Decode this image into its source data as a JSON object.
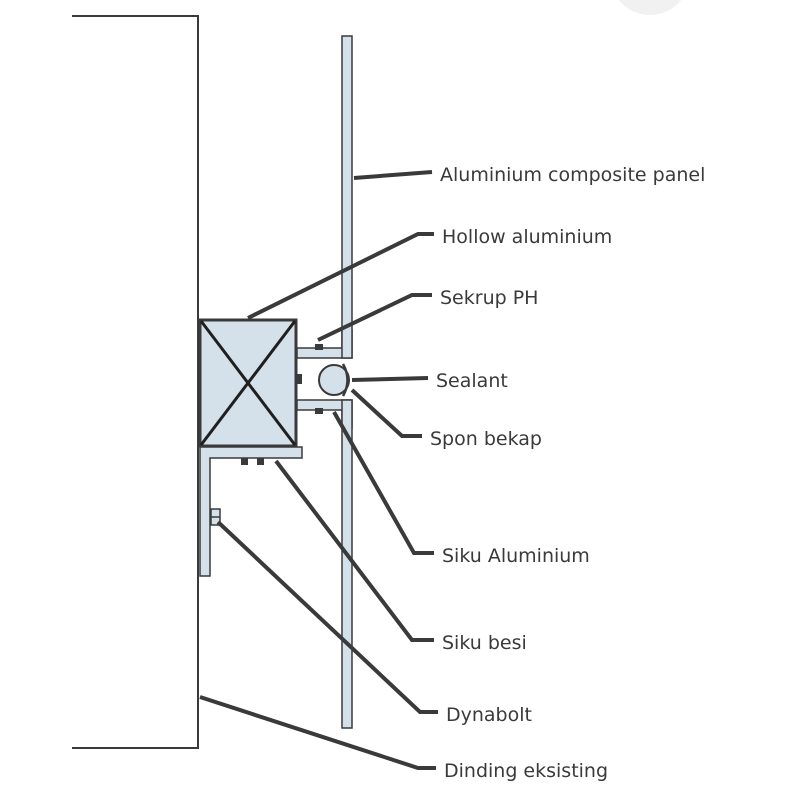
{
  "labels": {
    "aluminium_composite_panel": "Aluminium composite panel",
    "hollow_aluminium": "Hollow aluminium",
    "sekrup_ph": "Sekrup PH",
    "sealant": "Sealant",
    "spon_bekap": "Spon bekap",
    "siku_aluminium": "Siku Aluminium",
    "siku_besi": "Siku besi",
    "dynabolt": "Dynabolt",
    "dinding_eksisting": "Dinding eksisting"
  },
  "colors": {
    "part_fill": "#d4e0ea",
    "outline": "#3a3a3a",
    "leader": "#3a3a3a",
    "text": "#3a3a3a",
    "background": "#ffffff"
  }
}
